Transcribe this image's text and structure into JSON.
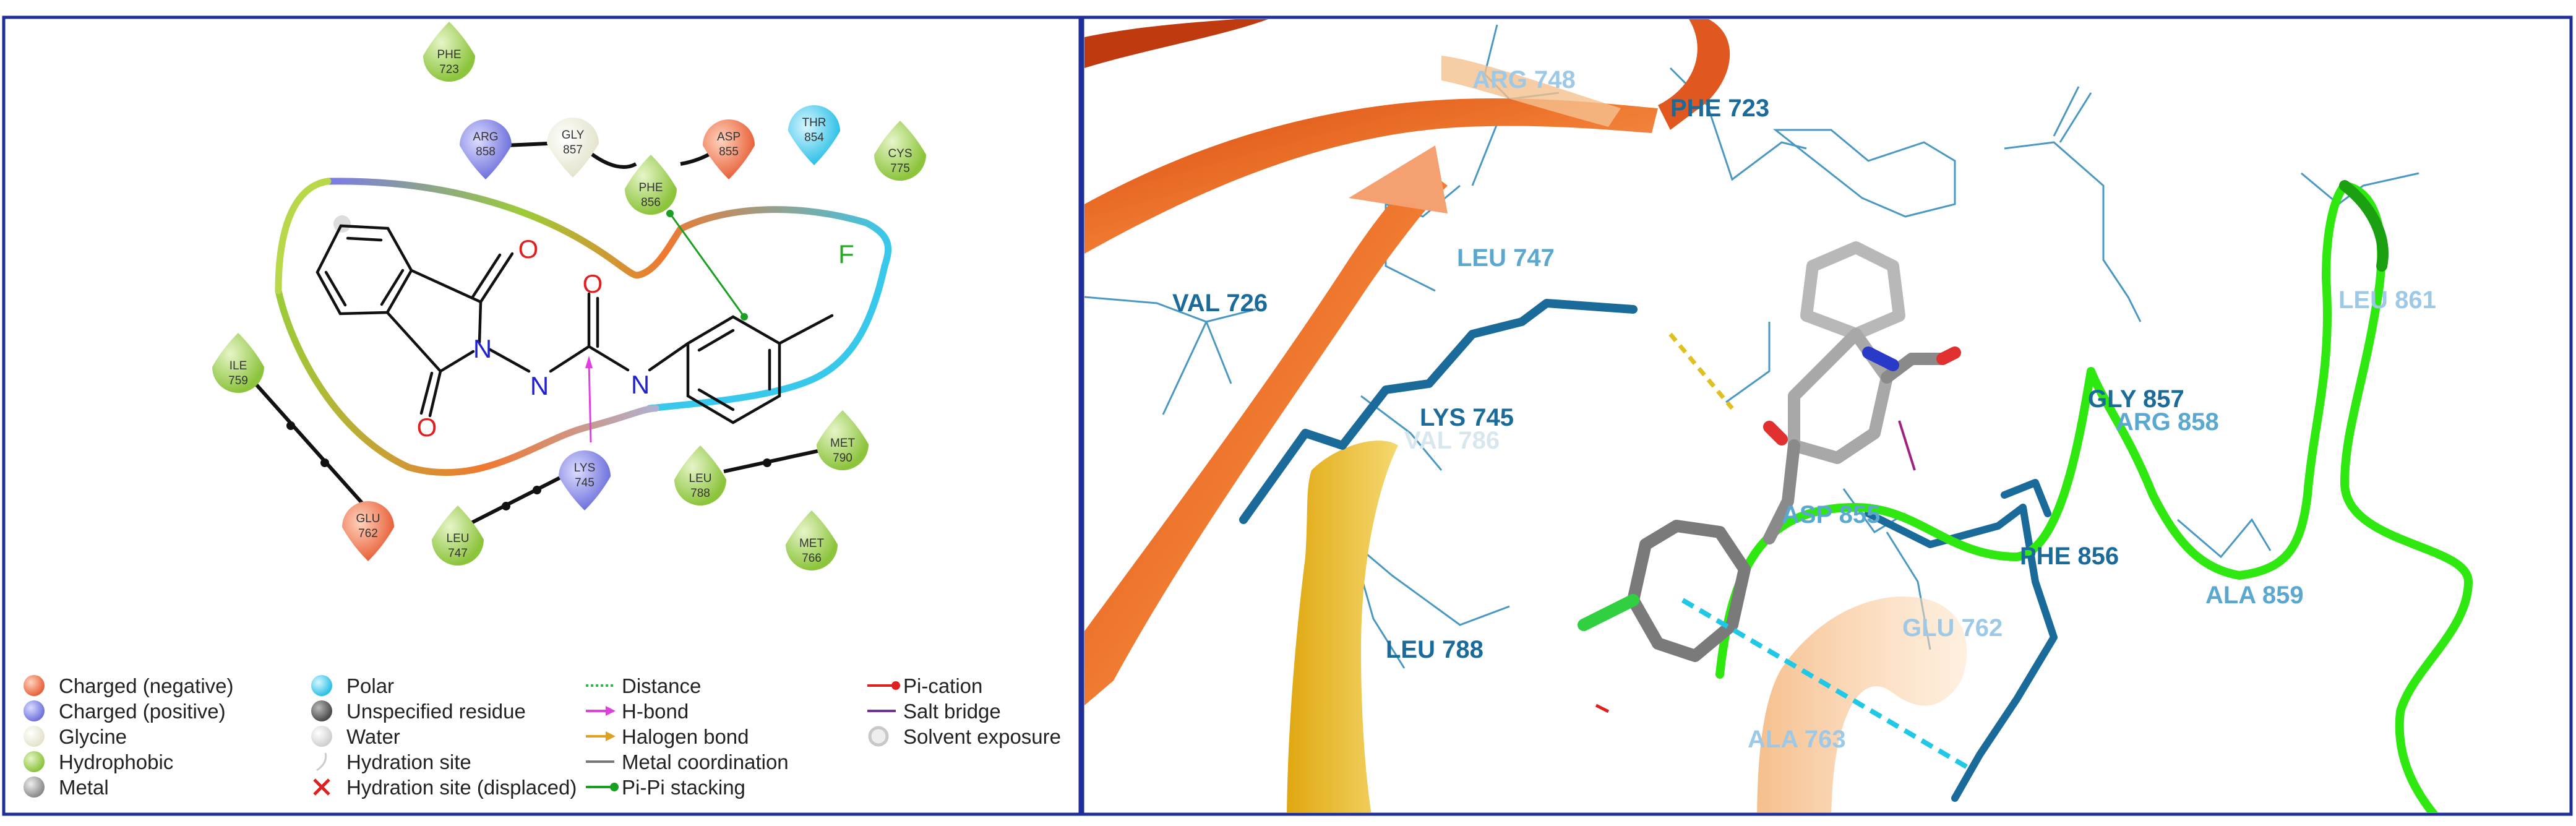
{
  "left_panel": {
    "residues": [
      {
        "name": "PHE",
        "num": "723",
        "color": "#a8d65a"
      },
      {
        "name": "ARG",
        "num": "858",
        "color": "#8c8ee8"
      },
      {
        "name": "GLY",
        "num": "857",
        "color": "#f3f3e4"
      },
      {
        "name": "PHE",
        "num": "856",
        "color": "#a8d65a"
      },
      {
        "name": "ASP",
        "num": "855",
        "color": "#f0835a"
      },
      {
        "name": "THR",
        "num": "854",
        "color": "#5ad2ee"
      },
      {
        "name": "CYS",
        "num": "775",
        "color": "#a8d65a"
      },
      {
        "name": "ILE",
        "num": "759",
        "color": "#a8d65a"
      },
      {
        "name": "GLU",
        "num": "762",
        "color": "#f0835a"
      },
      {
        "name": "LEU",
        "num": "747",
        "color": "#a8d65a"
      },
      {
        "name": "LYS",
        "num": "745",
        "color": "#8c8ee8"
      },
      {
        "name": "LEU",
        "num": "788",
        "color": "#a8d65a"
      },
      {
        "name": "MET",
        "num": "790",
        "color": "#a8d65a"
      },
      {
        "name": "MET",
        "num": "766",
        "color": "#a8d65a"
      }
    ],
    "atoms": {
      "o1": "O",
      "o2": "O",
      "o3": "O",
      "n1": "N",
      "n2": "N",
      "n3": "N",
      "f": "F"
    },
    "legend": {
      "col1": [
        {
          "label": "Charged (negative)",
          "icon": "orange-sphere-icon",
          "color": "#f0835a"
        },
        {
          "label": "Charged (positive)",
          "icon": "blue-sphere-icon",
          "color": "#8c8ee8"
        },
        {
          "label": "Glycine",
          "icon": "ivory-sphere-icon",
          "color": "#f3f3e4"
        },
        {
          "label": "Hydrophobic",
          "icon": "green-sphere-icon",
          "color": "#a8d65a"
        },
        {
          "label": "Metal",
          "icon": "grey-sphere-icon",
          "color": "#b0b0b0"
        }
      ],
      "col2": [
        {
          "label": "Polar",
          "icon": "cyan-sphere-icon",
          "color": "#5ad2ee"
        },
        {
          "label": "Unspecified residue",
          "icon": "dark-grey-sphere-icon",
          "color": "#8a8a8a"
        },
        {
          "label": "Water",
          "icon": "white-sphere-icon",
          "color": "#e6e6e6"
        },
        {
          "label": "Hydration site",
          "icon": "hydration-site-icon",
          "color": "#cccccc"
        },
        {
          "label": "Hydration site (displaced)",
          "icon": "red-cross-icon",
          "color": "#e02020"
        }
      ],
      "col3": [
        {
          "label": "Distance",
          "icon": "dotted-green-line-icon",
          "color": "#2db84a"
        },
        {
          "label": "H-bond",
          "icon": "magenta-arrow-icon",
          "color": "#e040e0"
        },
        {
          "label": "Halogen bond",
          "icon": "orange-arrow-icon",
          "color": "#e0a020"
        },
        {
          "label": "Metal coordination",
          "icon": "grey-line-icon",
          "color": "#777777"
        },
        {
          "label": "Pi-Pi stacking",
          "icon": "green-dot-line-icon",
          "color": "#1aa020"
        }
      ],
      "col4": [
        {
          "label": "Pi-cation",
          "icon": "red-dot-line-icon",
          "color": "#e02020"
        },
        {
          "label": "Salt bridge",
          "icon": "red-blue-line-icon",
          "color": "#7030a0"
        },
        {
          "label": "Solvent exposure",
          "icon": "solvent-exposure-icon",
          "color": "#c8c8c8"
        }
      ]
    }
  },
  "right_panel": {
    "labels": [
      {
        "text": "ARG  748",
        "color": "#9dc9e6"
      },
      {
        "text": "PHE  723",
        "color": "#1a6a9a"
      },
      {
        "text": "LEU  747",
        "color": "#5aa8d0"
      },
      {
        "text": "VAL  726",
        "color": "#1a6a9a"
      },
      {
        "text": "LYS  745",
        "color": "#1a6a9a"
      },
      {
        "text": "VAL  786",
        "color": "#d8e6ee"
      },
      {
        "text": "LEU  861",
        "color": "#9dc9e6"
      },
      {
        "text": "GLY  857",
        "color": "#1a6a9a"
      },
      {
        "text": "ARG  858",
        "color": "#5aa8d0"
      },
      {
        "text": "ASP  855",
        "color": "#5aa8d0"
      },
      {
        "text": "PHE  856",
        "color": "#1a6a9a"
      },
      {
        "text": "ALA  859",
        "color": "#5aa8d0"
      },
      {
        "text": "LEU  788",
        "color": "#1a6a9a"
      },
      {
        "text": "GLU  762",
        "color": "#9dc9e6"
      },
      {
        "text": "ALA  763",
        "color": "#9dc9e6"
      }
    ]
  }
}
